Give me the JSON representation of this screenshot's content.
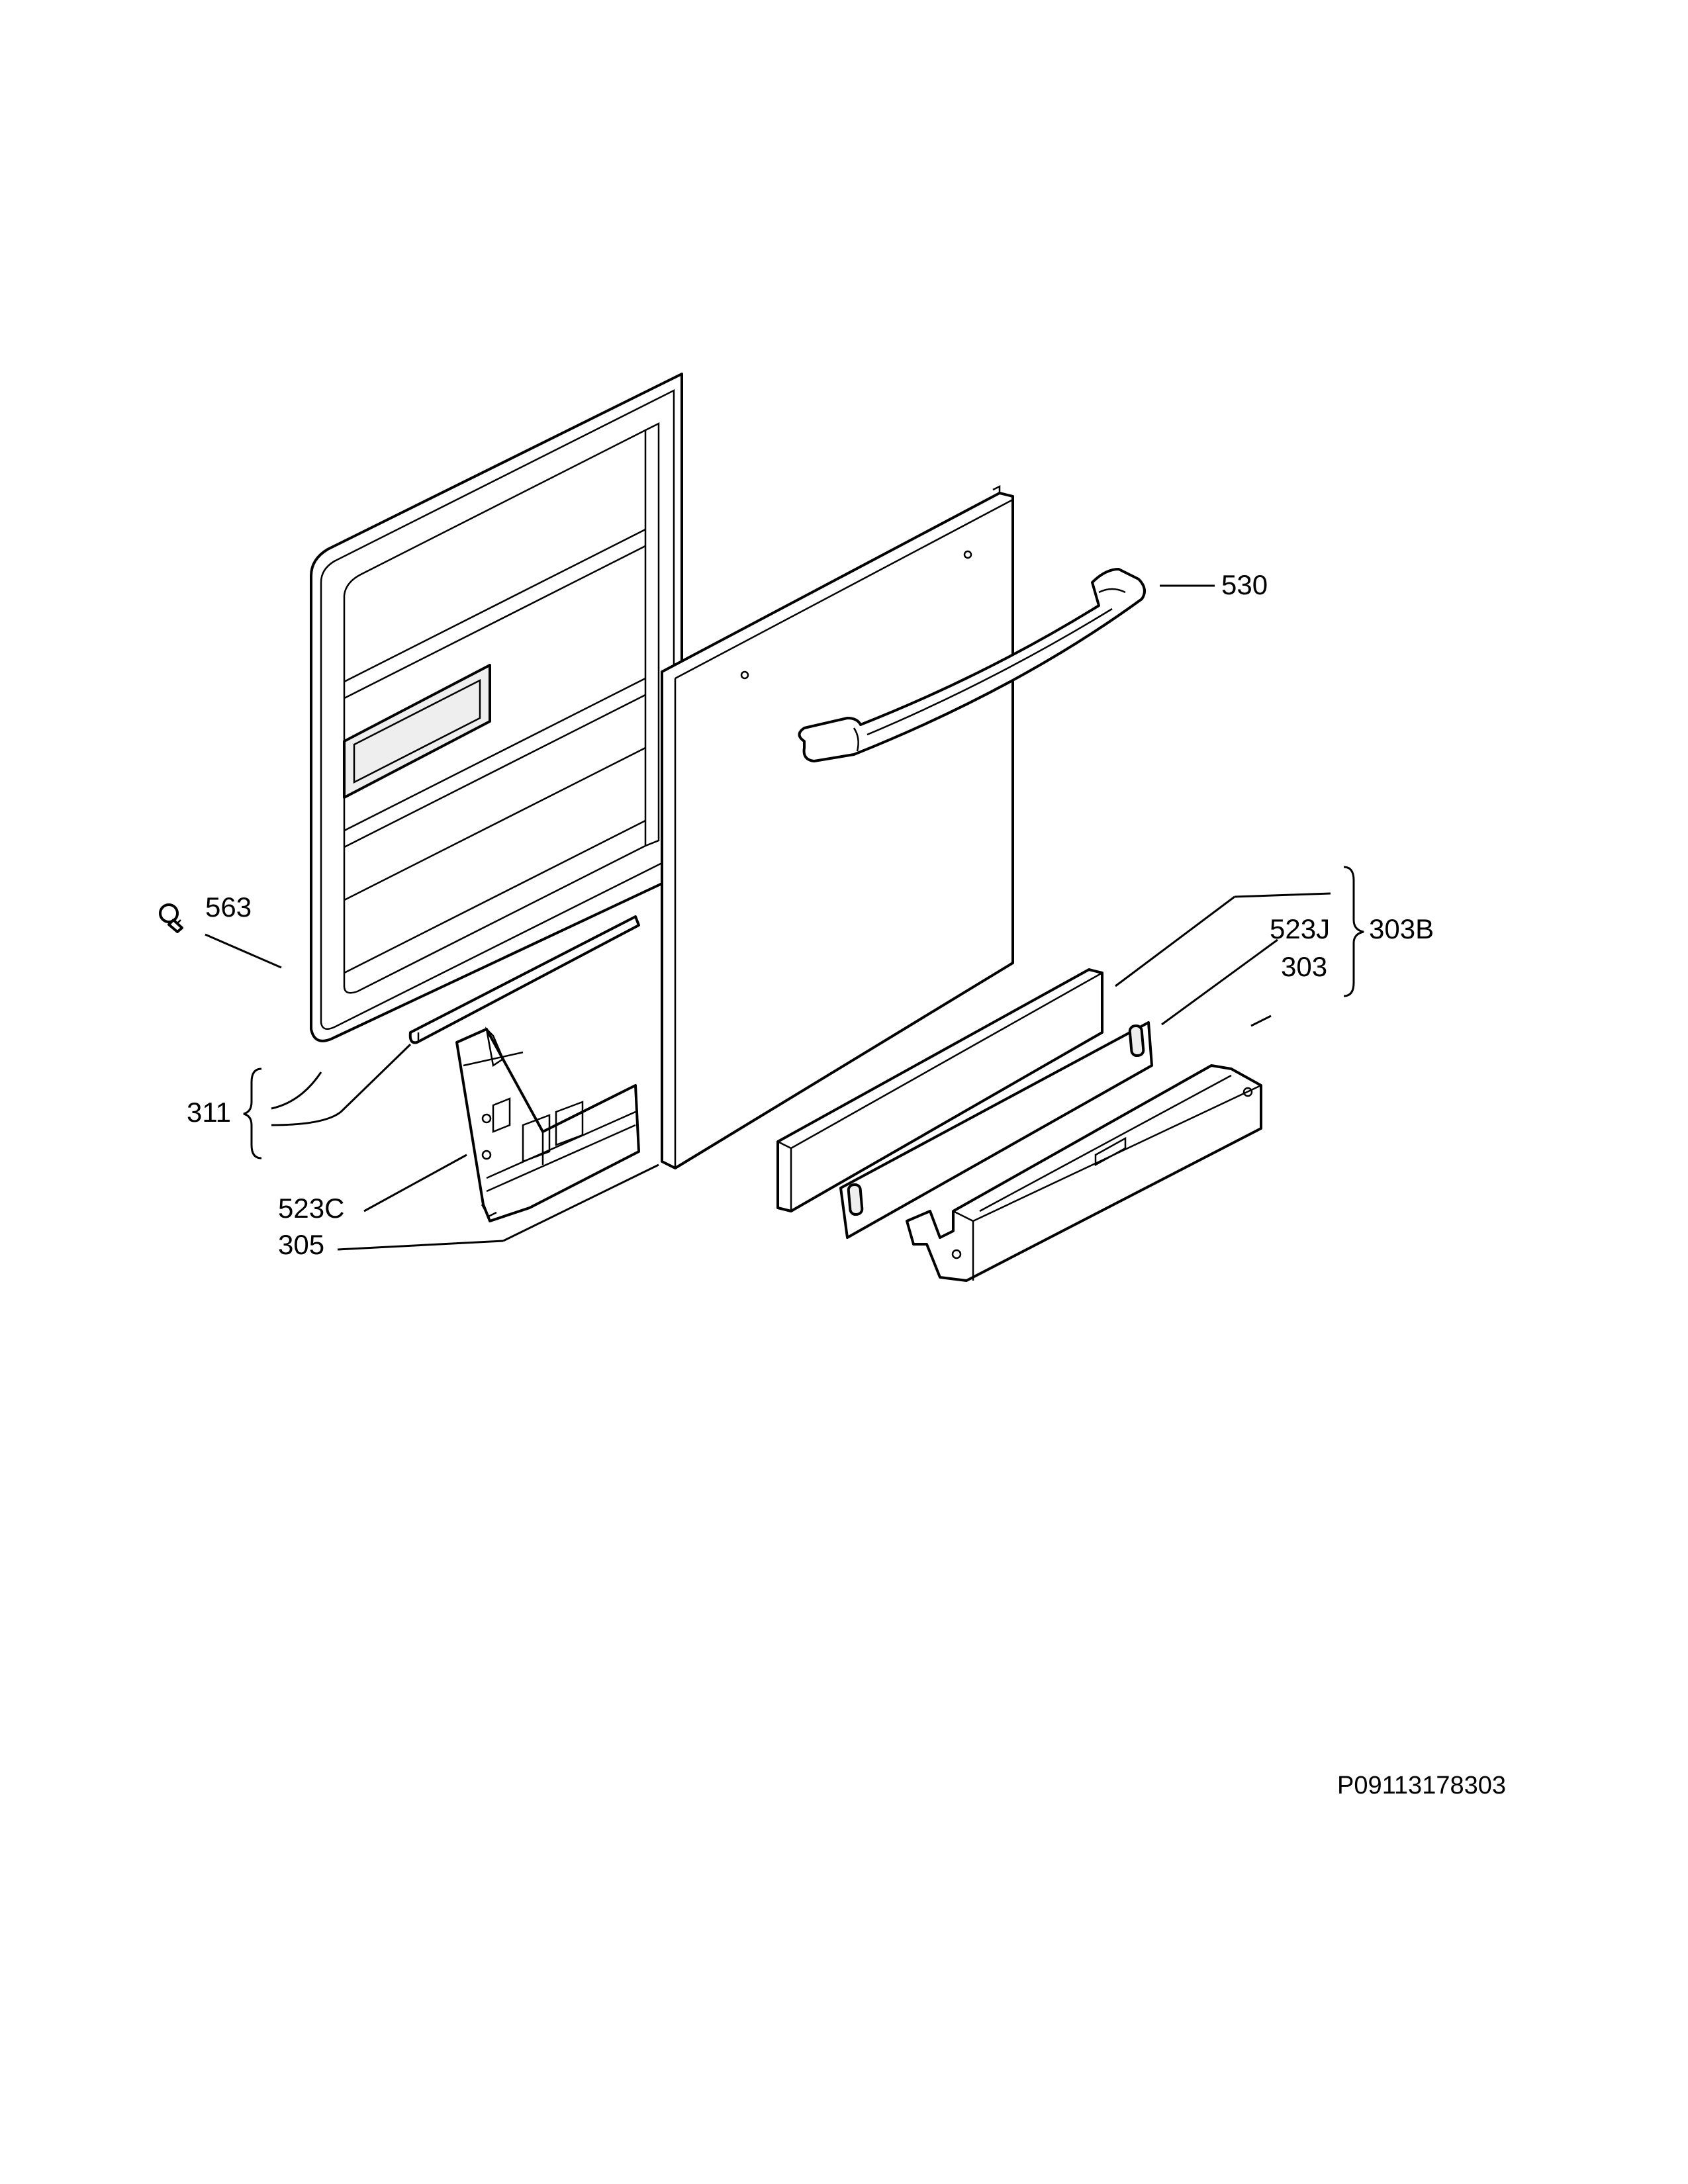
{
  "labels": {
    "handle": "530",
    "screw": "563",
    "seal_group": "311",
    "bracket": "523C",
    "inner_panel": "305",
    "panel_bracket": "523J",
    "kit": "303B",
    "kickplate": "303"
  },
  "drawing_number": "P09113178303"
}
